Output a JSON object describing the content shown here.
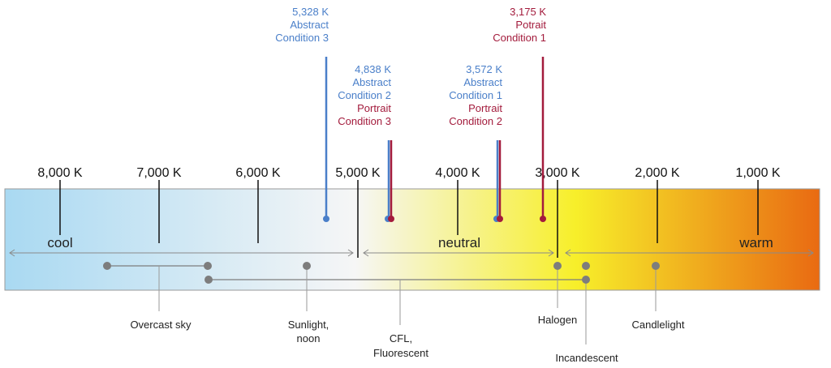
{
  "scale": {
    "ticks": [
      "8,000 K",
      "7,000 K",
      "6,000 K",
      "5,000 K",
      "4,000 K",
      "3,000 K",
      "2,000 K",
      "1,000 K"
    ],
    "regions": [
      "cool",
      "neutral",
      "warm"
    ],
    "colors": {
      "cool": "#a9d9f2",
      "white": "#f6f6f6",
      "yellow": "#f7ef2a",
      "orange": "#e96a12"
    }
  },
  "markers": [
    {
      "id": "abstract-3",
      "kelvin": 5328,
      "color": "#4a7fc9",
      "lines": [
        {
          "text": "5,328 K",
          "color": "#4a7fc9"
        },
        {
          "text": "Abstract",
          "color": "#4a7fc9"
        },
        {
          "text": "Condition 3",
          "color": "#4a7fc9"
        }
      ]
    },
    {
      "id": "abstract-2-portrait-3",
      "kelvin": 4838,
      "color": "#4a7fc9",
      "color2": "#a31b3c",
      "lines": [
        {
          "text": "4,838 K",
          "color": "#4a7fc9"
        },
        {
          "text": "Abstract",
          "color": "#4a7fc9"
        },
        {
          "text": "Condition 2",
          "color": "#4a7fc9"
        },
        {
          "text": "Portrait",
          "color": "#a31b3c"
        },
        {
          "text": "Condition 3",
          "color": "#a31b3c"
        }
      ]
    },
    {
      "id": "abstract-1-portrait-2",
      "kelvin": 3572,
      "color": "#4a7fc9",
      "color2": "#a31b3c",
      "lines": [
        {
          "text": "3,572 K",
          "color": "#4a7fc9"
        },
        {
          "text": "Abstract",
          "color": "#4a7fc9"
        },
        {
          "text": "Condition 1",
          "color": "#4a7fc9"
        },
        {
          "text": "Portrait",
          "color": "#a31b3c"
        },
        {
          "text": "Condition 2",
          "color": "#a31b3c"
        }
      ]
    },
    {
      "id": "portrait-1",
      "kelvin": 3175,
      "color": "#a31b3c",
      "lines": [
        {
          "text": "3,175 K",
          "color": "#a31b3c"
        },
        {
          "text": "Potrait",
          "color": "#a31b3c"
        },
        {
          "text": "Condition 1",
          "color": "#a31b3c"
        }
      ]
    }
  ],
  "sources": [
    {
      "id": "overcast-sky",
      "lines": [
        "Overcast sky"
      ]
    },
    {
      "id": "sunlight-noon",
      "lines": [
        "Sunlight,",
        "noon"
      ]
    },
    {
      "id": "cfl",
      "lines": [
        "CFL,",
        "Fluorescent"
      ]
    },
    {
      "id": "halogen",
      "lines": [
        "Halogen"
      ]
    },
    {
      "id": "candlelight",
      "lines": [
        "Candlelight"
      ]
    },
    {
      "id": "incandescent",
      "lines": [
        "Incandescent"
      ]
    }
  ]
}
